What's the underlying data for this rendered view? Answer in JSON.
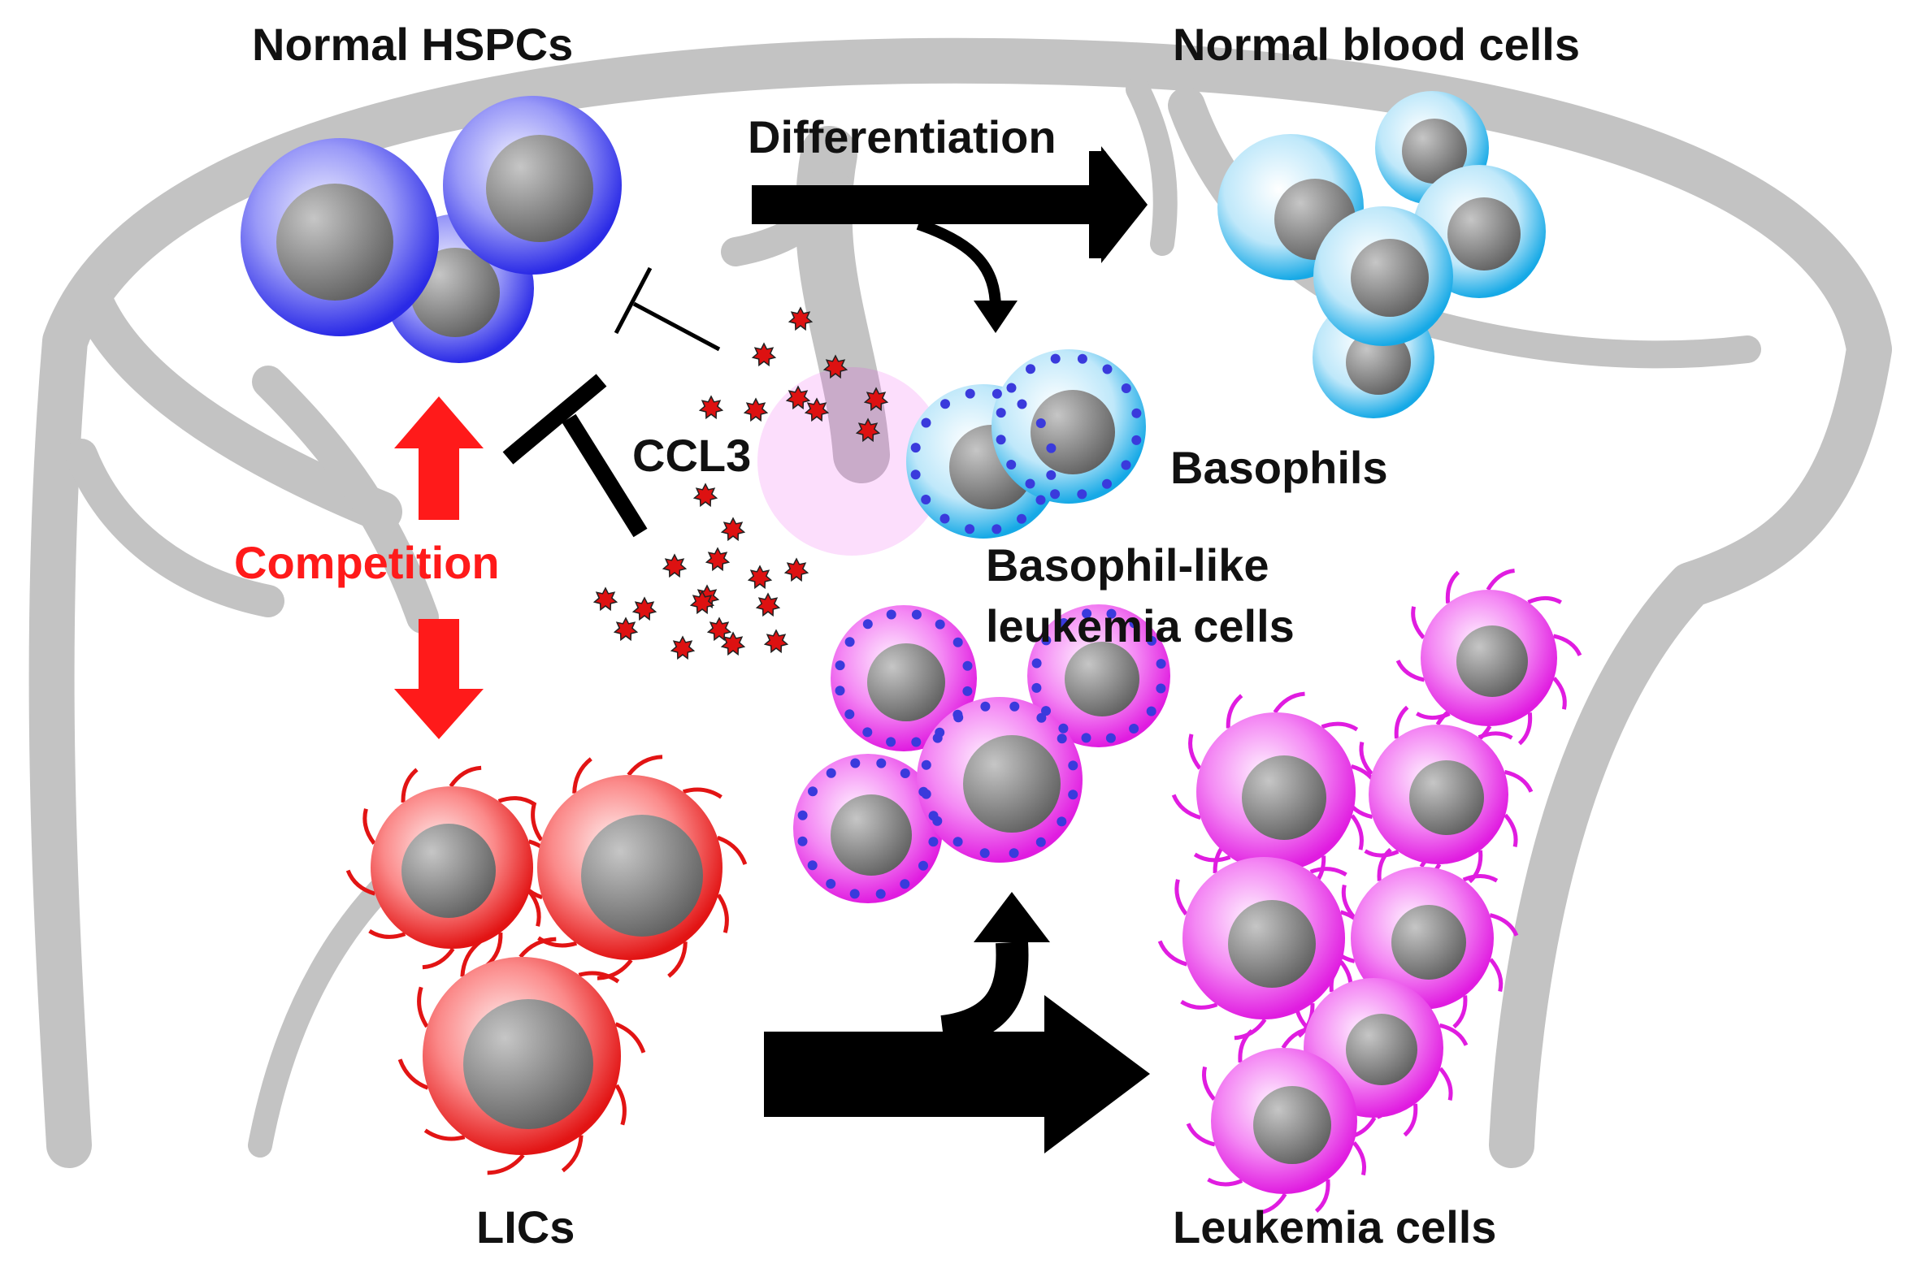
{
  "labels": {
    "normal_hspcs": "Normal HSPCs",
    "normal_blood_cells": "Normal blood cells",
    "differentiation": "Differentiation",
    "ccl3": "CCL3",
    "basophils": "Basophils",
    "competition": "Competition",
    "basophil_like_line1": "Basophil-like",
    "basophil_like_line2": "leukemia cells",
    "lics": "LICs",
    "leukemia_cells": "Leukemia cells"
  },
  "colors": {
    "bone": "#c3c3c3",
    "hspc": "#4a4af0",
    "basophil": "#1ab0ea",
    "lic": "#f02020",
    "leukemia": "#ee22ee",
    "granule": "#3a3adc",
    "ccl3": "#dd1111",
    "competition": "#ff1a1a",
    "arrow": "#000000"
  }
}
